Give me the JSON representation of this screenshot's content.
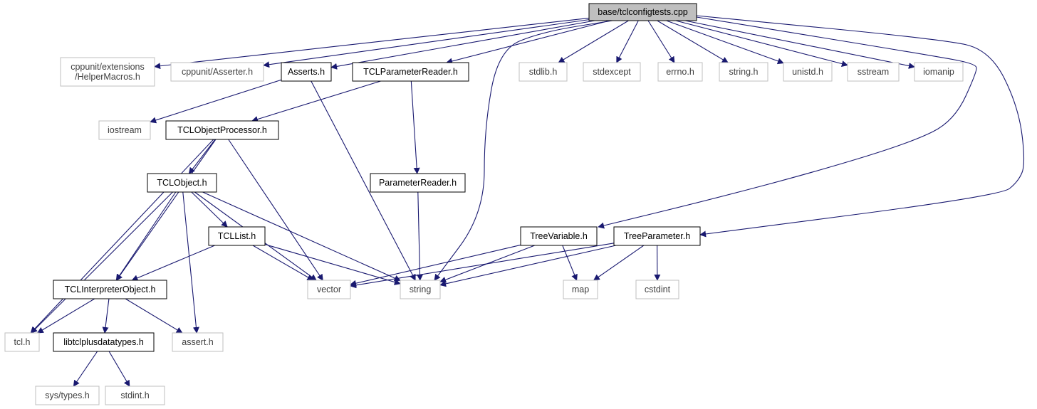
{
  "graph": {
    "root": "base/tclconfigtests.cpp",
    "nodes": [
      {
        "id": "root",
        "label": "base/tclconfigtests.cpp",
        "kind": "root"
      },
      {
        "id": "helper",
        "label": "cppunit/extensions\n/HelperMacros.h",
        "kind": "ext"
      },
      {
        "id": "asserter",
        "label": "cppunit/Asserter.h",
        "kind": "ext"
      },
      {
        "id": "asserts",
        "label": "Asserts.h",
        "kind": "solid"
      },
      {
        "id": "tclpr",
        "label": "TCLParameterReader.h",
        "kind": "solid"
      },
      {
        "id": "stdlib",
        "label": "stdlib.h",
        "kind": "ext"
      },
      {
        "id": "stdexcept",
        "label": "stdexcept",
        "kind": "ext"
      },
      {
        "id": "errno",
        "label": "errno.h",
        "kind": "ext"
      },
      {
        "id": "stringh",
        "label": "string.h",
        "kind": "ext"
      },
      {
        "id": "unistd",
        "label": "unistd.h",
        "kind": "ext"
      },
      {
        "id": "sstream",
        "label": "sstream",
        "kind": "ext"
      },
      {
        "id": "iomanip",
        "label": "iomanip",
        "kind": "ext"
      },
      {
        "id": "iostream",
        "label": "iostream",
        "kind": "ext"
      },
      {
        "id": "tclop",
        "label": "TCLObjectProcessor.h",
        "kind": "solid"
      },
      {
        "id": "tclobj",
        "label": "TCLObject.h",
        "kind": "solid"
      },
      {
        "id": "pr",
        "label": "ParameterReader.h",
        "kind": "solid"
      },
      {
        "id": "tcllist",
        "label": "TCLList.h",
        "kind": "solid"
      },
      {
        "id": "treevar",
        "label": "TreeVariable.h",
        "kind": "solid"
      },
      {
        "id": "treeparam",
        "label": "TreeParameter.h",
        "kind": "solid"
      },
      {
        "id": "tclinterp",
        "label": "TCLInterpreterObject.h",
        "kind": "solid"
      },
      {
        "id": "vector",
        "label": "vector",
        "kind": "ext"
      },
      {
        "id": "string",
        "label": "string",
        "kind": "ext"
      },
      {
        "id": "map",
        "label": "map",
        "kind": "ext"
      },
      {
        "id": "cstdint",
        "label": "cstdint",
        "kind": "ext"
      },
      {
        "id": "tclh",
        "label": "tcl.h",
        "kind": "ext"
      },
      {
        "id": "libtcl",
        "label": "libtclplusdatatypes.h",
        "kind": "solid"
      },
      {
        "id": "asserth",
        "label": "assert.h",
        "kind": "ext"
      },
      {
        "id": "systypes",
        "label": "sys/types.h",
        "kind": "ext"
      },
      {
        "id": "stdint",
        "label": "stdint.h",
        "kind": "ext"
      }
    ],
    "edges": [
      [
        "root",
        "helper"
      ],
      [
        "root",
        "asserter"
      ],
      [
        "root",
        "asserts"
      ],
      [
        "root",
        "tclpr"
      ],
      [
        "root",
        "string"
      ],
      [
        "root",
        "stdlib"
      ],
      [
        "root",
        "stdexcept"
      ],
      [
        "root",
        "errno"
      ],
      [
        "root",
        "stringh"
      ],
      [
        "root",
        "unistd"
      ],
      [
        "root",
        "sstream"
      ],
      [
        "root",
        "iomanip"
      ],
      [
        "root",
        "treevar"
      ],
      [
        "root",
        "treeparam"
      ],
      [
        "asserts",
        "iostream"
      ],
      [
        "asserts",
        "string"
      ],
      [
        "tclpr",
        "tclop"
      ],
      [
        "tclpr",
        "pr"
      ],
      [
        "tclop",
        "tclobj"
      ],
      [
        "tclop",
        "tclinterp"
      ],
      [
        "tclop",
        "vector"
      ],
      [
        "tclop",
        "tclh"
      ],
      [
        "tclobj",
        "tcllist"
      ],
      [
        "tclobj",
        "tclinterp"
      ],
      [
        "tclobj",
        "vector"
      ],
      [
        "tclobj",
        "string"
      ],
      [
        "tclobj",
        "tclh"
      ],
      [
        "tclobj",
        "asserth"
      ],
      [
        "pr",
        "string"
      ],
      [
        "tcllist",
        "tclinterp"
      ],
      [
        "tcllist",
        "vector"
      ],
      [
        "tcllist",
        "string"
      ],
      [
        "tclinterp",
        "tclh"
      ],
      [
        "tclinterp",
        "libtcl"
      ],
      [
        "tclinterp",
        "asserth"
      ],
      [
        "libtcl",
        "systypes"
      ],
      [
        "libtcl",
        "stdint"
      ],
      [
        "treevar",
        "vector"
      ],
      [
        "treevar",
        "string"
      ],
      [
        "treevar",
        "map"
      ],
      [
        "treeparam",
        "vector"
      ],
      [
        "treeparam",
        "string"
      ],
      [
        "treeparam",
        "map"
      ],
      [
        "treeparam",
        "cstdint"
      ]
    ]
  }
}
